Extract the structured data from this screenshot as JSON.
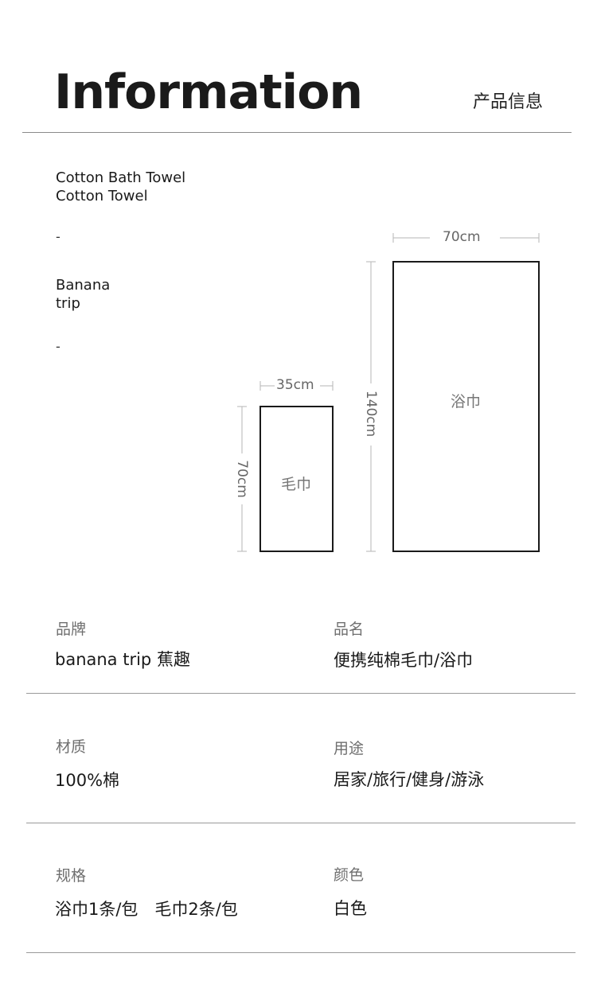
{
  "header": {
    "title": "Information",
    "subtitle": "产品信息"
  },
  "intro": {
    "line1": "Cotton Bath Towel",
    "line2": "Cotton Towel",
    "dash1": "-",
    "brand1": "Banana",
    "brand2": "trip",
    "dash2": "-"
  },
  "diagram": {
    "small": {
      "width_label": "35cm",
      "height_label": "70cm",
      "name": "毛巾"
    },
    "large": {
      "width_label": "70cm",
      "height_label": "140cm",
      "name": "浴巾"
    }
  },
  "specs": [
    {
      "label": "品牌",
      "value": "banana trip 蕉趣"
    },
    {
      "label": "品名",
      "value": "便携纯棉毛巾/浴巾"
    },
    {
      "label": "材质",
      "value": "100%棉"
    },
    {
      "label": "用途",
      "value": "居家/旅行/健身/游泳"
    },
    {
      "label": "规格",
      "value": "浴巾1条/包　毛巾2条/包"
    },
    {
      "label": "颜色",
      "value": "白色"
    }
  ]
}
